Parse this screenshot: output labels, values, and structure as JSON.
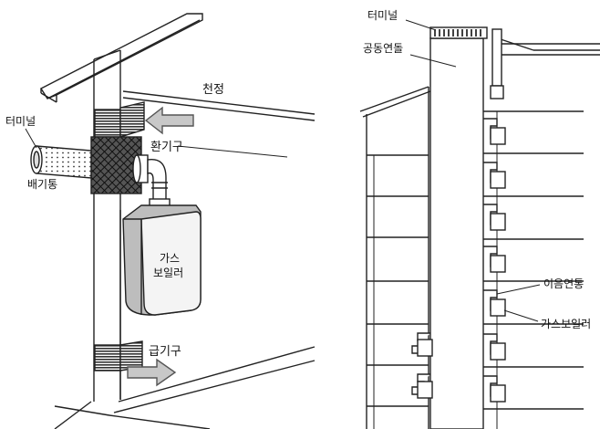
{
  "left_diagram": {
    "labels": {
      "ceiling": "천정",
      "terminal": "터미널",
      "exhaust_pipe": "배기통",
      "exhaust_vent": "환기구",
      "gas_boiler_line1": "가스",
      "gas_boiler_line2": "보일러",
      "intake_vent": "급기구"
    }
  },
  "right_diagram": {
    "labels": {
      "terminal": "터미널",
      "common_flue": "공동연돌",
      "connecting_flue": "이음연통",
      "gas_boiler": "가스보일러"
    }
  },
  "colors": {
    "line": "#222222",
    "boiler_face": "#f4f4f4",
    "boiler_side": "#bdbdbd",
    "arrow_fill": "#c8c8c8",
    "mesh": "#333333"
  }
}
